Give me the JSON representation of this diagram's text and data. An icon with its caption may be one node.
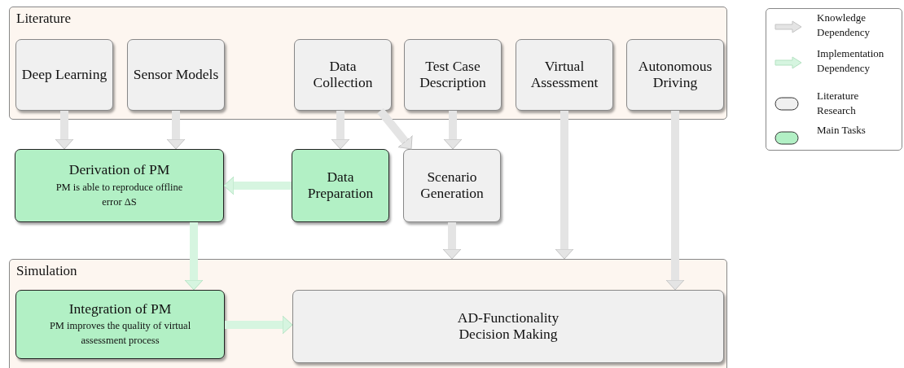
{
  "diagram": {
    "nodes": [
      {
        "text": [
          "Literature"
        ]
      },
      {
        "text": [
          "Deep Learning"
        ],
        "in": 0
      },
      {
        "text": [
          "Sensor Models"
        ],
        "in": 0
      },
      {
        "text": [
          "Data Collection"
        ],
        "in": 0
      },
      {
        "text": [
          "Test Case Description"
        ],
        "in": 0
      },
      {
        "text": [
          "Virtual Assessment"
        ],
        "in": 0
      },
      {
        "text": [
          "Autonomous Driving"
        ],
        "in": 0
      },
      {
        "text": [
          "Derivation of PM",
          "PM is able to reproduce offline error ΔS"
        ]
      },
      {
        "text": [
          "Data Preparation"
        ]
      },
      {
        "text": [
          "Scenario Generation"
        ]
      },
      {
        "text": [
          "Simulation"
        ]
      },
      {
        "text": [
          "Integration of PM",
          "PM improves the quality of virtual assessment process"
        ],
        "in": 10
      },
      {
        "text": [
          "AD-Functionality Decision Making"
        ],
        "in": 10
      }
    ],
    "edges": [
      {
        "from": 1,
        "to": 7,
        "arrow": "to"
      },
      {
        "from": 2,
        "to": 7,
        "arrow": "to"
      },
      {
        "from": 3,
        "to": 8,
        "arrow": "to"
      },
      {
        "from": 3,
        "to": 9,
        "arrow": "to"
      },
      {
        "from": 4,
        "to": 9,
        "arrow": "to"
      },
      {
        "from": 8,
        "to": 7,
        "arrow": "to",
        "color": "#d6f5e0"
      },
      {
        "from": 5,
        "to": 10,
        "arrow": "to"
      },
      {
        "from": 9,
        "to": 10,
        "arrow": "to"
      },
      {
        "from": 6,
        "to": 12,
        "arrow": "to"
      },
      {
        "from": 7,
        "to": 11,
        "arrow": "to",
        "color": "#d6f5e0"
      },
      {
        "from": 11,
        "to": 12,
        "arrow": "to",
        "color": "#d6f5e0"
      }
    ],
    "legend": [
      {
        "text": "Knowledge Dependency"
      },
      {
        "text": "Implementation Dependency"
      },
      {
        "text": "Literature Research",
        "color": "#f0f0f0"
      },
      {
        "text": "Main Tasks",
        "color": "#b2f0c5"
      }
    ]
  }
}
